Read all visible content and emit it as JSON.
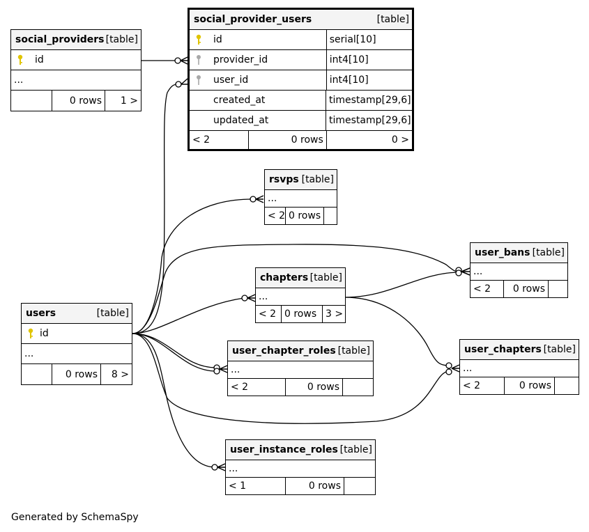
{
  "footer": "Generated by SchemaSpy",
  "tag": "[table]",
  "colors": {
    "primary_key": "#e0c400",
    "foreign_key": "#a8a8a8",
    "header_bg": "#f4f4f4"
  },
  "tables": {
    "social_providers": {
      "name": "social_providers",
      "col_id": "id",
      "more": "...",
      "rows": "0 rows",
      "children": "1 >"
    },
    "social_provider_users": {
      "name": "social_provider_users",
      "columns": [
        {
          "name": "id",
          "type": "serial[10]",
          "icon": "primary-key"
        },
        {
          "name": "provider_id",
          "type": "int4[10]",
          "icon": "foreign-key"
        },
        {
          "name": "user_id",
          "type": "int4[10]",
          "icon": "foreign-key"
        },
        {
          "name": "created_at",
          "type": "timestamp[29,6]"
        },
        {
          "name": "updated_at",
          "type": "timestamp[29,6]"
        }
      ],
      "parents": "< 2",
      "rows": "0 rows",
      "children": "0 >"
    },
    "rsvps": {
      "name": "rsvps",
      "more": "...",
      "parents": "< 2",
      "rows": "0 rows"
    },
    "user_bans": {
      "name": "user_bans",
      "more": "...",
      "parents": "< 2",
      "rows": "0 rows"
    },
    "chapters": {
      "name": "chapters",
      "more": "...",
      "parents": "< 2",
      "rows": "0 rows",
      "children": "3 >"
    },
    "users": {
      "name": "users",
      "col_id": "id",
      "more": "...",
      "rows": "0 rows",
      "children": "8 >"
    },
    "user_chapter_roles": {
      "name": "user_chapter_roles",
      "more": "...",
      "parents": "< 2",
      "rows": "0 rows"
    },
    "user_chapters": {
      "name": "user_chapters",
      "more": "...",
      "parents": "< 2",
      "rows": "0 rows"
    },
    "user_instance_roles": {
      "name": "user_instance_roles",
      "more": "...",
      "parents": "< 1",
      "rows": "0 rows"
    }
  }
}
